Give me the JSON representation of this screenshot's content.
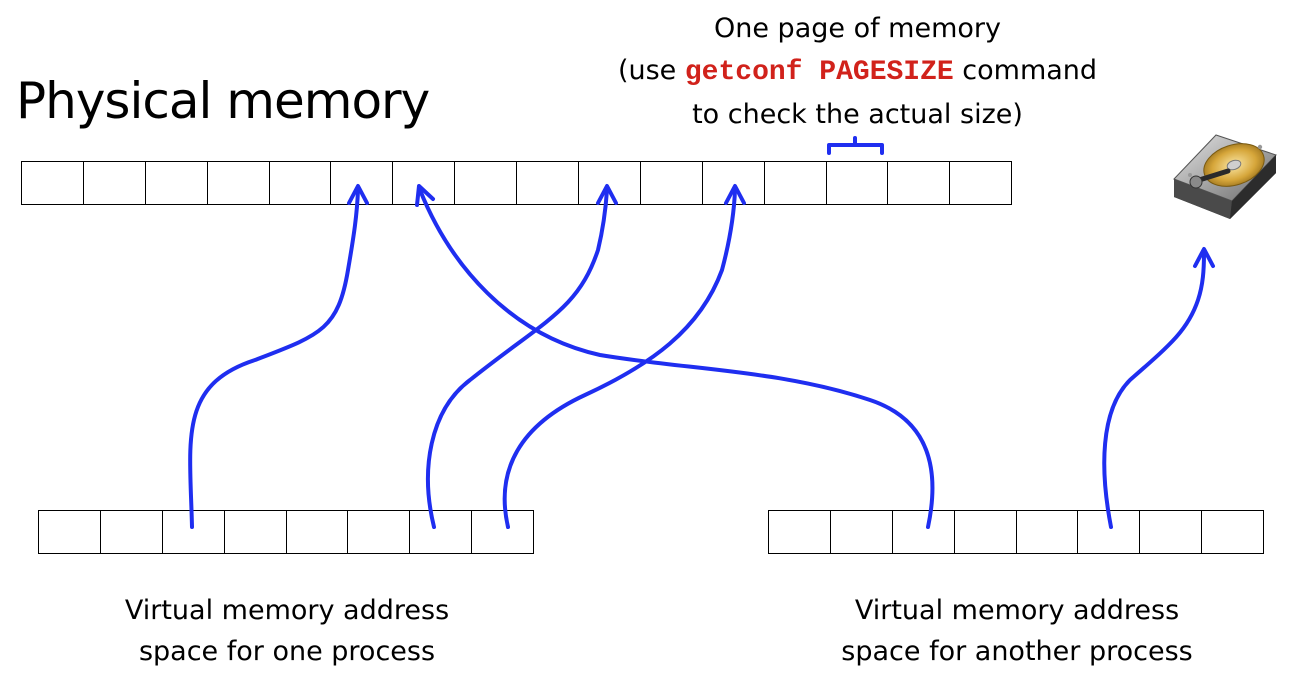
{
  "title": "Physical memory",
  "callout": {
    "line1": "One page of memory",
    "line2_prefix": "(use ",
    "command": "getconf PAGESIZE",
    "line2_suffix": " command",
    "line3": "to check the actual size)"
  },
  "captions": {
    "process_one_line1": "Virtual memory address",
    "process_one_line2": "space for one process",
    "process_two_line1": "Virtual memory address",
    "process_two_line2": "space for another process"
  },
  "physical_memory": {
    "page_count": 16
  },
  "process_one": {
    "page_count": 8
  },
  "process_two": {
    "page_count": 8
  },
  "colors": {
    "arrow": "#1f2ef0",
    "command": "#d1221b"
  },
  "icons": {
    "disk": "hard-disk-icon"
  }
}
